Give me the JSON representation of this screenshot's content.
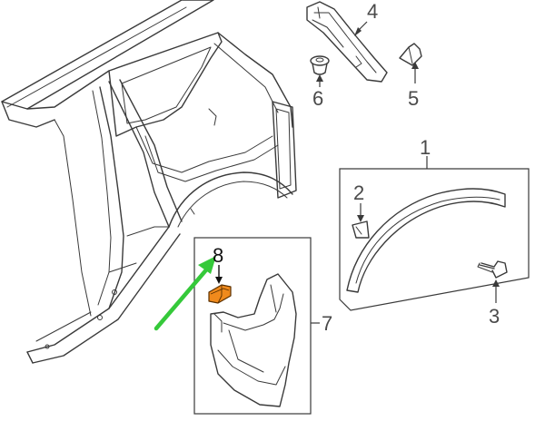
{
  "callouts": {
    "c1": "1",
    "c2": "2",
    "c3": "3",
    "c4": "4",
    "c5": "5",
    "c6": "6",
    "c7": "7",
    "c8": "8"
  },
  "colors": {
    "highlight_part": "#f08a1c",
    "highlight_arrow": "#35c93a",
    "line": "#3a3a3a"
  }
}
